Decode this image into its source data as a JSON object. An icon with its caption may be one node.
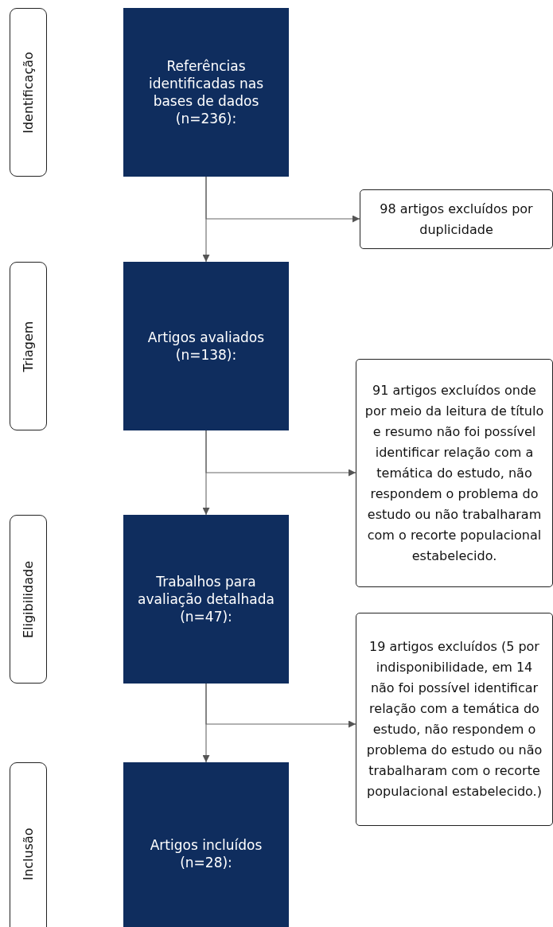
{
  "diagram": {
    "nodes": [
      {
        "text": [
          "Identificação"
        ]
      },
      {
        "text": [
          "Referências identificadas nas bases de dados (n=236):"
        ]
      },
      {
        "text": [
          "98 artigos excluídos por duplicidade"
        ]
      },
      {
        "text": [
          "Triagem"
        ]
      },
      {
        "text": [
          "Artigos avaliados (n=138):"
        ]
      },
      {
        "text": [
          "91 artigos excluídos onde  por meio da leitura de título e resumo não foi possível identificar relação com a temática do estudo, não respondem o problema do estudo ou não trabalharam com o recorte populacional estabelecido."
        ]
      },
      {
        "text": [
          "Eligibilidade"
        ]
      },
      {
        "text": [
          "Trabalhos para avaliação detalhada (n=47):"
        ]
      },
      {
        "text": [
          "19 artigos excluídos (5 por indisponibilidade, em 14 não foi possível identificar relação com a temática do estudo, não respondem o problema do estudo ou não trabalharam com o recorte populacional estabelecido.)"
        ]
      },
      {
        "text": [
          "Inclusão"
        ]
      },
      {
        "text": [
          "Artigos incluídos (n=28):"
        ]
      }
    ],
    "edges": [
      {
        "from": 1,
        "to": 4,
        "arrow": "to"
      },
      {
        "from": 1,
        "to": 2,
        "arrow": "to"
      },
      {
        "from": 4,
        "to": 7,
        "arrow": "to"
      },
      {
        "from": 4,
        "to": 5,
        "arrow": "to"
      },
      {
        "from": 7,
        "to": 10,
        "arrow": "to"
      },
      {
        "from": 7,
        "to": 8,
        "arrow": "to"
      }
    ]
  }
}
